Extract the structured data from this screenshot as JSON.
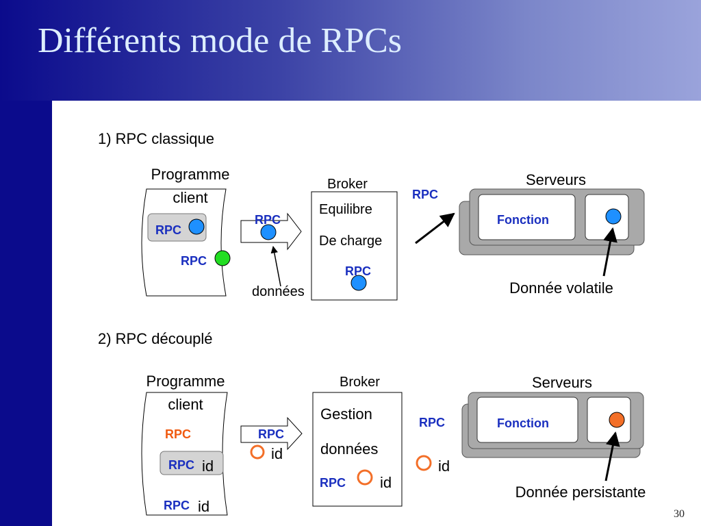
{
  "slide": {
    "title": "Différents mode de RPCs",
    "page_number": "30"
  },
  "section1": {
    "heading": "1) RPC classique",
    "client_label_line1": "Programme",
    "client_label_line2": "client",
    "client_rpc_1": "RPC",
    "client_rpc_2": "RPC",
    "arrow_rpc": "RPC",
    "data_label": "données",
    "broker_label": "Broker",
    "broker_line1": "Equilibre",
    "broker_line2": "De charge",
    "broker_rpc": "RPC",
    "server_rpc": "RPC",
    "servers_label": "Serveurs",
    "function_label": "Fonction",
    "volatile_label": "Donnée volatile"
  },
  "section2": {
    "heading": "2) RPC découplé",
    "client_label_line1": "Programme",
    "client_label_line2": "client",
    "client_rpc_1": "RPC",
    "client_rpc_2": "RPC",
    "client_rpc_2_id": "id",
    "client_rpc_3": "RPC",
    "client_rpc_3_id": "id",
    "arrow_rpc": "RPC",
    "arrow_id": "id",
    "broker_label": "Broker",
    "broker_line1": "Gestion",
    "broker_line2": "données",
    "broker_rpc": "RPC",
    "broker_id": "id",
    "server_rpc": "RPC",
    "server_id": "id",
    "servers_label": "Serveurs",
    "function_label": "Fonction",
    "persistent_label": "Donnée persistante"
  },
  "colors": {
    "header_dark": "#0b0b8c",
    "header_light": "#9aa3db",
    "title_text": "#ddeeff",
    "rpc_blue": "#1a2fbf",
    "rpc_orange": "#f05a10",
    "dot_blue": "#1e90ff",
    "dot_green": "#22dd22",
    "dot_orange": "#f36f28",
    "server_gray": "#a9a9a9"
  }
}
